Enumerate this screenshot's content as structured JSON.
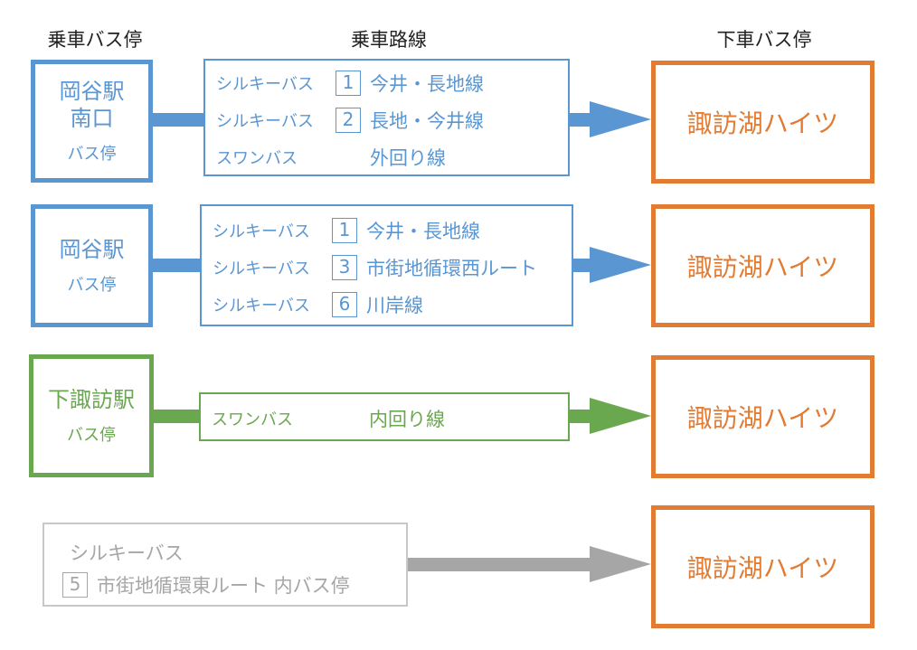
{
  "headers": {
    "boarding_stop": "乗車バス停",
    "route": "乗車路線",
    "alighting_stop": "下車バス停"
  },
  "colors": {
    "blue": "#5a96d2",
    "green": "#6aa84f",
    "gray": "#a6a6a6",
    "orange": "#e27c33"
  },
  "groups": [
    {
      "stop": {
        "name_line1": "岡谷駅",
        "name_line2": "南口",
        "sub": "バス停"
      },
      "routes": [
        {
          "company": "シルキーバス",
          "number": "1",
          "name": "今井・長地線"
        },
        {
          "company": "シルキーバス",
          "number": "2",
          "name": "長地・今井線"
        },
        {
          "company": "スワンバス",
          "number": "",
          "name": "外回り線"
        }
      ],
      "destination": "諏訪湖ハイツ"
    },
    {
      "stop": {
        "name_line1": "岡谷駅",
        "sub": "バス停"
      },
      "routes": [
        {
          "company": "シルキーバス",
          "number": "1",
          "name": "今井・長地線"
        },
        {
          "company": "シルキーバス",
          "number": "3",
          "name": "市街地循環西ルート"
        },
        {
          "company": "シルキーバス",
          "number": "6",
          "name": "川岸線"
        }
      ],
      "destination": "諏訪湖ハイツ"
    },
    {
      "stop": {
        "name_line1": "下諏訪駅",
        "sub": "バス停"
      },
      "routes": [
        {
          "company": "スワンバス",
          "number": "",
          "name": "内回り線"
        }
      ],
      "destination": "諏訪湖ハイツ"
    },
    {
      "combined": {
        "company": "シルキーバス",
        "number": "5",
        "route": "市街地循環東ルート 内バス停"
      },
      "destination": "諏訪湖ハイツ"
    }
  ]
}
